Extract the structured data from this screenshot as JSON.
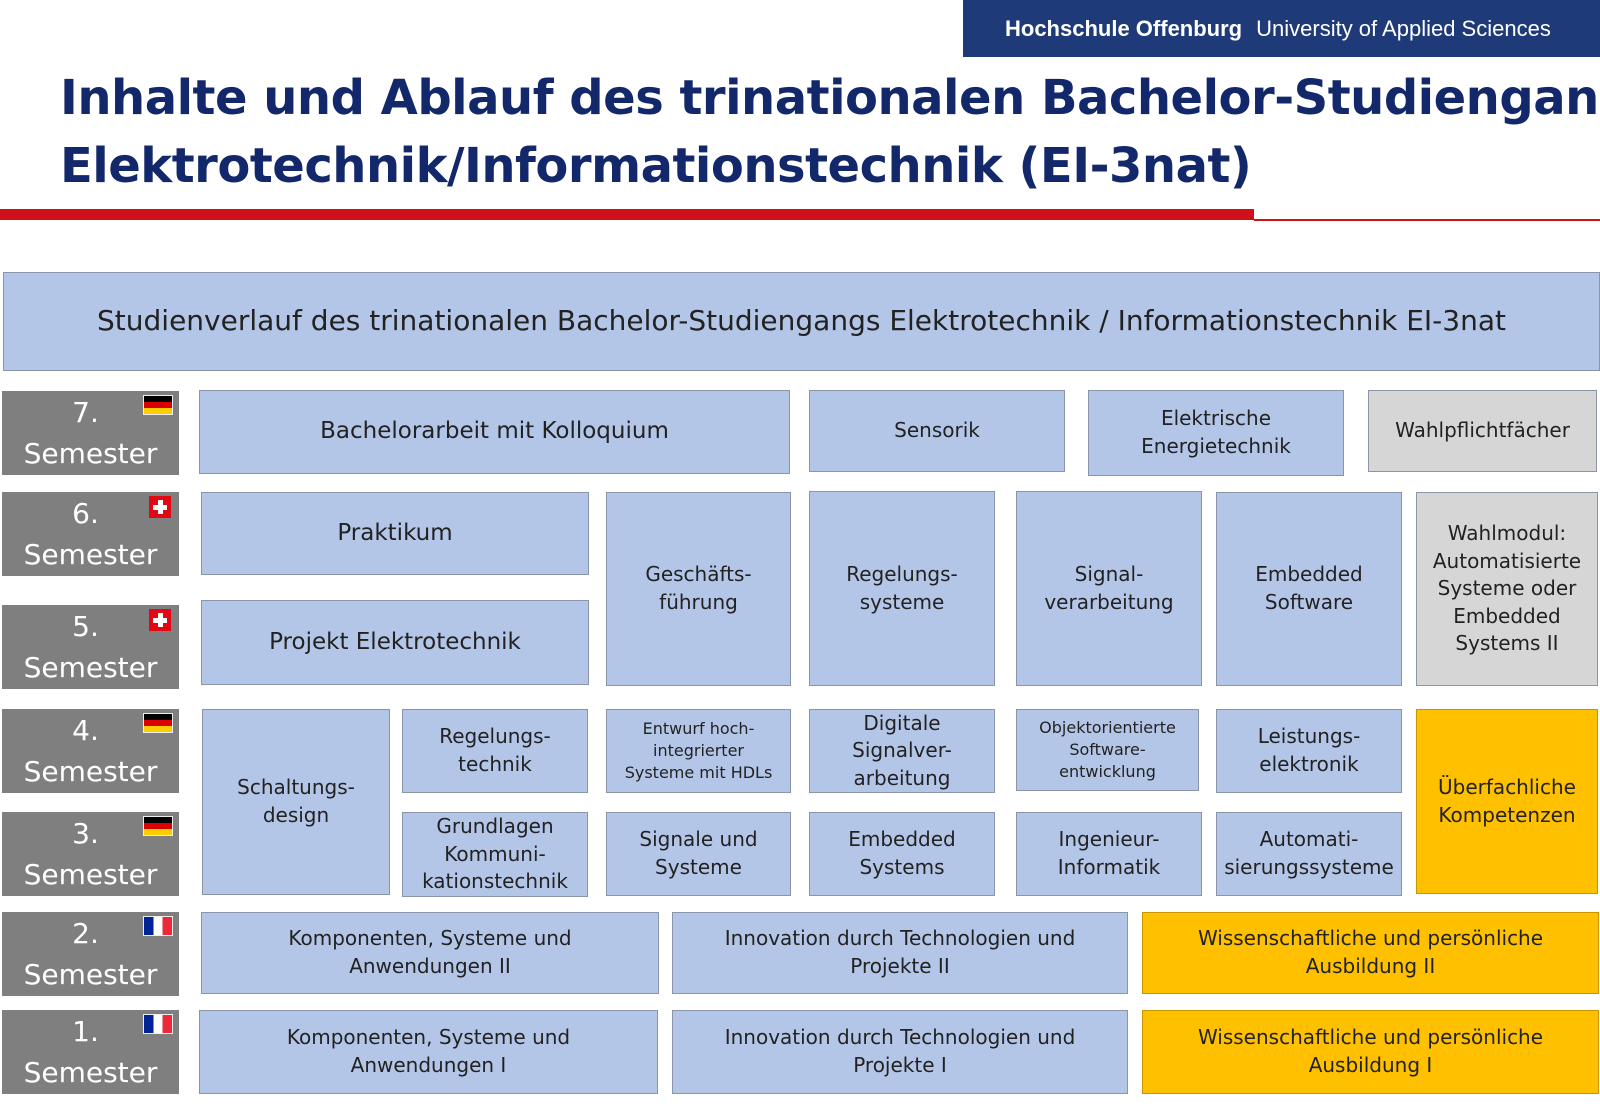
{
  "header": {
    "institution": "Hochschule Offenburg",
    "tagline": "University of Applied Sciences"
  },
  "title": {
    "line1": "Inhalte und Ablauf des trinationalen Bachelor-Studiengangs",
    "line2": "Elektrotechnik/Informationstechnik (EI-3nat)"
  },
  "overview": {
    "banner": "Studienverlauf des trinationalen Bachelor-Studiengangs  Elektrotechnik / Informationstechnik EI-3nat"
  },
  "semesters": [
    {
      "number": "7.",
      "word": "Semester",
      "flag": "germany-flag-icon"
    },
    {
      "number": "6.",
      "word": "Semester",
      "flag": "switzerland-flag-icon"
    },
    {
      "number": "5.",
      "word": "Semester",
      "flag": "switzerland-flag-icon"
    },
    {
      "number": "4.",
      "word": "Semester",
      "flag": "germany-flag-icon"
    },
    {
      "number": "3.",
      "word": "Semester",
      "flag": "germany-flag-icon"
    },
    {
      "number": "2.",
      "word": "Semester",
      "flag": "france-flag-icon"
    },
    {
      "number": "1.",
      "word": "Semester",
      "flag": "france-flag-icon"
    }
  ],
  "modules": {
    "s7": {
      "bachelorarbeit": "Bachelorarbeit mit Kolloquium",
      "sensorik": "Sensorik",
      "energietechnik": "Elektrische\nEnergietechnik",
      "wahlpflicht": "Wahlpflichtfächer"
    },
    "s56": {
      "praktikum": "Praktikum",
      "projekt": "Projekt Elektrotechnik",
      "geschaeftsfuehrung": "Geschäfts-\nführung",
      "regelungssysteme": "Regelungs-\nsysteme",
      "signalverarbeitung": "Signal-\nverarbeitung",
      "embedded_software": "Embedded\nSoftware",
      "wahlmodul": "Wahlmodul:\nAutomatisierte\nSysteme oder\nEmbedded\nSystems II"
    },
    "s34": {
      "schaltungsdesign": "Schaltungs-\ndesign",
      "regelungstechnik": "Regelungs-\ntechnik",
      "entwurf": "Entwurf hoch-\nintegrierter\nSysteme mit HDLs",
      "digitale_signal": "Digitale\nSignalver-\narbeitung",
      "objektorientierte": "Objektorientierte\nSoftware-\nentwicklung",
      "leistungselektronik": "Leistungs-\nelektronik",
      "ueberfachliche": "Überfachliche\nKompetenzen",
      "grundlagen": "Grundlagen\nKommuni-\nkationstechnik",
      "signale": "Signale und\nSysteme",
      "embedded_systems": "Embedded\nSystems",
      "ingenieur": "Ingenieur-\nInformatik",
      "automatisierung": "Automati-\nsierungssysteme"
    },
    "s2": {
      "komponenten": "Komponenten,  Systeme und\nAnwendungen  II",
      "innovation": "Innovation durch Technologien und\nProjekte  II",
      "wissenschaftlich": "Wissenschaftliche und persönliche\nAusbildung II"
    },
    "s1": {
      "komponenten": "Komponenten,  Systeme und\nAnwendungen  I",
      "innovation": "Innovation durch Technologien und\nProjekte  I",
      "wissenschaftlich": "Wissenschaftliche und persönliche\nAusbildung  I"
    }
  },
  "colors": {
    "navy": "#12286a",
    "header_band": "#1f3a78",
    "accent_red": "#d0101a",
    "module_blue": "#b4c6e7",
    "module_gray": "#d6d6d6",
    "module_yellow": "#ffc000",
    "semester_gray": "#7f7f7f"
  }
}
